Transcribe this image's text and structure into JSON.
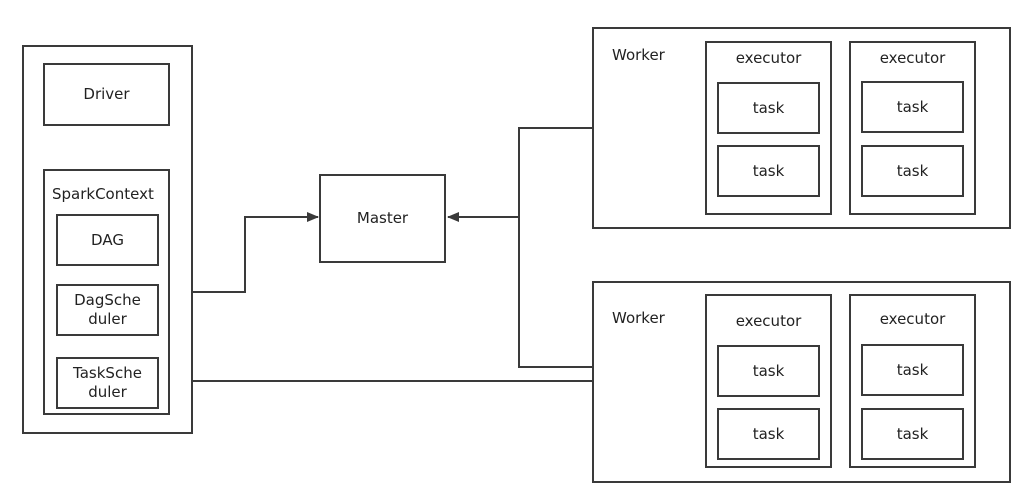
{
  "driver_program": {
    "driver": "Driver",
    "spark_context": {
      "title": "SparkContext",
      "dag": "DAG",
      "dag_scheduler": "DagSche\nduler",
      "task_scheduler": "TaskSche\nduler"
    }
  },
  "master": "Master",
  "workers": [
    {
      "label": "Worker",
      "executors": [
        {
          "label": "executor",
          "tasks": [
            "task",
            "task"
          ]
        },
        {
          "label": "executor",
          "tasks": [
            "task",
            "task"
          ]
        }
      ]
    },
    {
      "label": "Worker",
      "executors": [
        {
          "label": "executor",
          "tasks": [
            "task",
            "task"
          ]
        },
        {
          "label": "executor",
          "tasks": [
            "task",
            "task"
          ]
        }
      ]
    }
  ]
}
